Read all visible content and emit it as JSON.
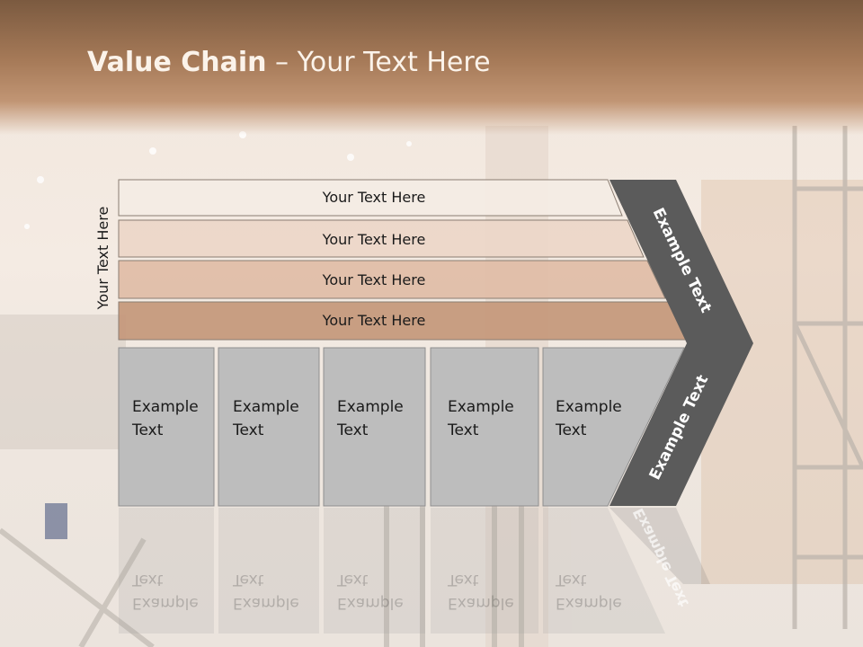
{
  "title": {
    "bold": "Value Chain",
    "rest": " – Your Text Here"
  },
  "side_label": "Your Text Here",
  "rows": [
    {
      "label": "Your Text Here",
      "color": "#f4ebe4"
    },
    {
      "label": "Your Text Here",
      "color": "#ebd6c8"
    },
    {
      "label": "Your Text Here",
      "color": "#dfbca6"
    },
    {
      "label": "Your Text Here",
      "color": "#c4977a"
    }
  ],
  "columns": [
    {
      "line1": "Example",
      "line2": "Text"
    },
    {
      "line1": "Example",
      "line2": "Text"
    },
    {
      "line1": "Example",
      "line2": "Text"
    },
    {
      "line1": "Example",
      "line2": "Text"
    },
    {
      "line1": "Example",
      "line2": "Text"
    }
  ],
  "chevron": {
    "upper": "Example Text",
    "lower": "Example Text"
  },
  "colors": {
    "column_fill": "#bdbdbd",
    "chevron_fill": "#5b5b5b",
    "title_band": "#a67a58"
  }
}
